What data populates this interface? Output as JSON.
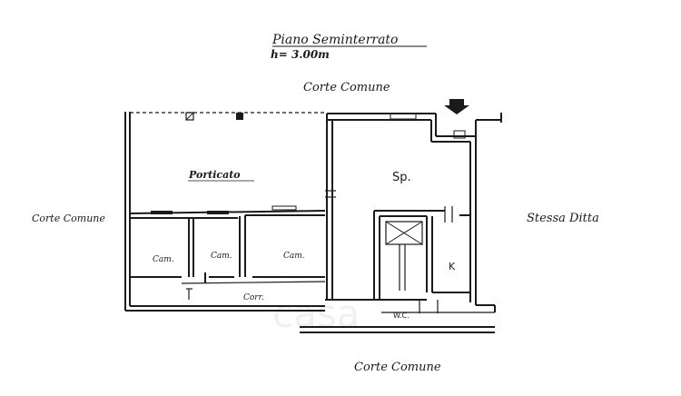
{
  "title": {
    "line1": "Piano Seminterrato",
    "line2": "h= 3.00m"
  },
  "surroundings": {
    "top": "Corte Comune",
    "left": "Corte Comune",
    "right": "Stessa Ditta",
    "bottom": "Corte Comune"
  },
  "rooms": {
    "porticato": "Porticato",
    "cam1": "Cam.",
    "cam2": "Cam.",
    "cam3": "Cam.",
    "corridoio": "Corr.",
    "soggiorno": "Sp.",
    "cucina": "K",
    "bagno": "W.C."
  },
  "watermark": "casa",
  "icons": {
    "entrance": "entrance-arrow-icon"
  }
}
